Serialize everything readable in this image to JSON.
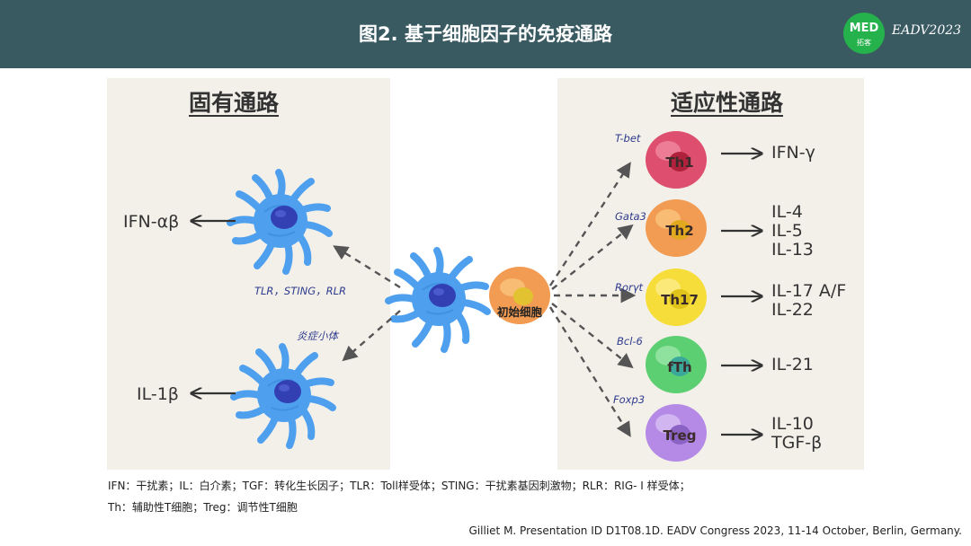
{
  "header": {
    "title": "图2. 基于细胞因子的免疫通路",
    "logo_main": "MED",
    "logo_sub": "拓客",
    "event": "EADV2023"
  },
  "colors": {
    "header_bg": "#3a5a62",
    "panel_bg": "#f3f0ea",
    "dc_blue": "#4ea0ef",
    "label_blue": "#2e3a8c"
  },
  "innate": {
    "title": "固有通路",
    "top_output": "IFN-αβ",
    "bottom_output": "IL-1β",
    "receptors_label": "TLR，STING，RLR",
    "inflammasome_label": "炎症小体"
  },
  "naive": {
    "label": "初始细胞"
  },
  "adaptive": {
    "title": "适应性通路",
    "cells": [
      {
        "name": "Th1",
        "tf": "T-bet",
        "outputs": [
          "IFN-γ"
        ],
        "color": "#de4e6e"
      },
      {
        "name": "Th2",
        "tf": "Gata3",
        "outputs": [
          "IL-4",
          "IL-5",
          "IL-13"
        ],
        "color": "#f29b52"
      },
      {
        "name": "Th17",
        "tf": "Rorγt",
        "outputs": [
          "IL-17 A/F",
          "IL-22"
        ],
        "color": "#f7dd3a"
      },
      {
        "name": "fTh",
        "tf": "Bcl-6",
        "outputs": [
          "IL-21"
        ],
        "color": "#5ccf73"
      },
      {
        "name": "Treg",
        "tf": "Foxp3",
        "outputs": [
          "IL-10",
          "TGF-β"
        ],
        "color": "#b58ae6"
      }
    ]
  },
  "footnotes": {
    "line1": "IFN：干扰素；IL：白介素；TGF：转化生长因子；TLR：Toll样受体；STING：干扰素基因刺激物；RLR：RIG- I 样受体；",
    "line2": "Th：辅助性T细胞；Treg：调节性T细胞"
  },
  "citation": "Gilliet M. Presentation ID D1T08.1D. EADV Congress 2023, 11-14 October, Berlin, Germany."
}
